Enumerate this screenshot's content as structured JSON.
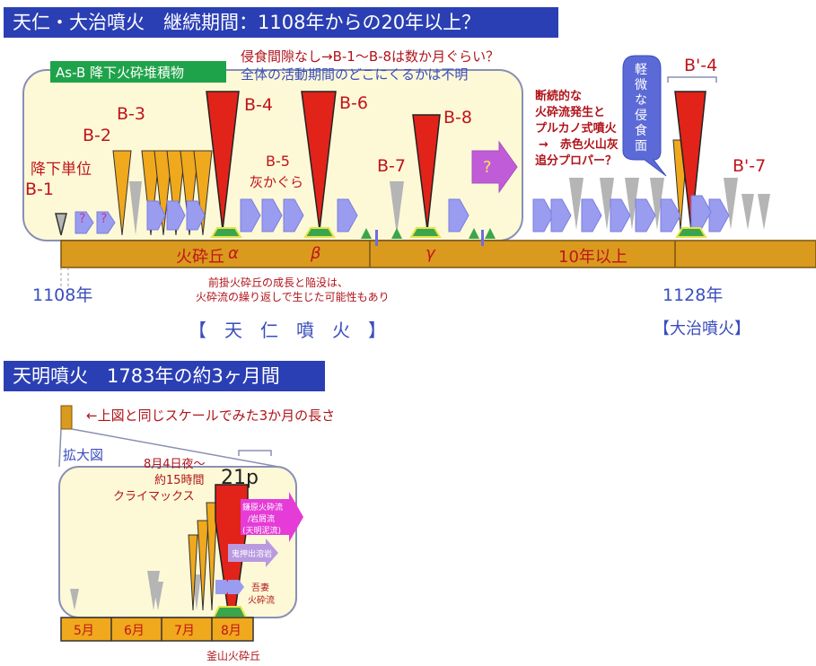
{
  "colors": {
    "banner": "#2b3fb4",
    "timeline_bar": "#d99a1e",
    "red_cone": "#e2231a",
    "orange_cone": "#f0a81c",
    "gray_cone": "#b5b5b5",
    "arrow": "#9a9cf0",
    "panel": "#fdf9d6",
    "green_dome": "#3aa64b",
    "magenta_arrow": "#e53cd8",
    "label_red": "#c0141c",
    "label_blue": "#3a4dbd"
  },
  "top": {
    "title": "天仁・大治噴火　継続期間：1108年からの20年以上？",
    "deposit_label": "As-B 降下火砕堆積物",
    "note_line1": "侵食間隙なし→B-1～B-8は数か月ぐらい？",
    "note_line2": "全体の活動期間のどこにくるかは不明",
    "unit_labels": {
      "b1": "B-1",
      "fall_unit": "降下単位",
      "b2": "B-2",
      "b3": "B-3",
      "b4": "B-4",
      "b5": "B-5",
      "ash": "灰かぐら",
      "b6": "B-6",
      "b7": "B-7",
      "b8": "B-8",
      "bp4": "B'-4",
      "bp7": "B'-7"
    },
    "unknown_mark": "?",
    "side_note_line1": "断続的な",
    "side_note_line2": "火砕流発生と",
    "side_note_line3": "プルカノ式噴火",
    "side_note_line4": "→　赤色火山灰",
    "side_note_line5": "追分プロパー？",
    "erosion_label": "軽微な侵食面",
    "bar_labels": {
      "cone": "火砕丘",
      "alpha": "α",
      "beta": "β",
      "gamma": "γ",
      "years": "10年以上"
    },
    "year_start": "1108年",
    "year_end": "1128年",
    "caption_line1": "前掛火砕丘の成長と陥没は、",
    "caption_line2": "火砕流の繰り返しで生じた可能性もあり",
    "eruption_name": "【　天　仁　噴　火　】",
    "eruption_name2": "【大治噴火】"
  },
  "bottom": {
    "title": "天明噴火　1783年の約3ヶ月間",
    "scale_note": "←上図と同じスケールでみた3か月の長さ",
    "zoom_label": "拡大図",
    "climax_line1": "8月4日夜～",
    "climax_line2": "約15時間",
    "climax_line3": "クライマックス",
    "climax_unit": "21p",
    "flow1_line1": "鎌原火砕流",
    "flow1_line2": "/岩屑流",
    "flow1_line3": "(天明泥流)",
    "lava_label": "鬼押出溶岩",
    "agatsuma_line1": "吾妻",
    "agatsuma_line2": "火砕流",
    "months": [
      "5月",
      "6月",
      "7月",
      "8月"
    ],
    "cone_label": "釜山火砕丘"
  }
}
